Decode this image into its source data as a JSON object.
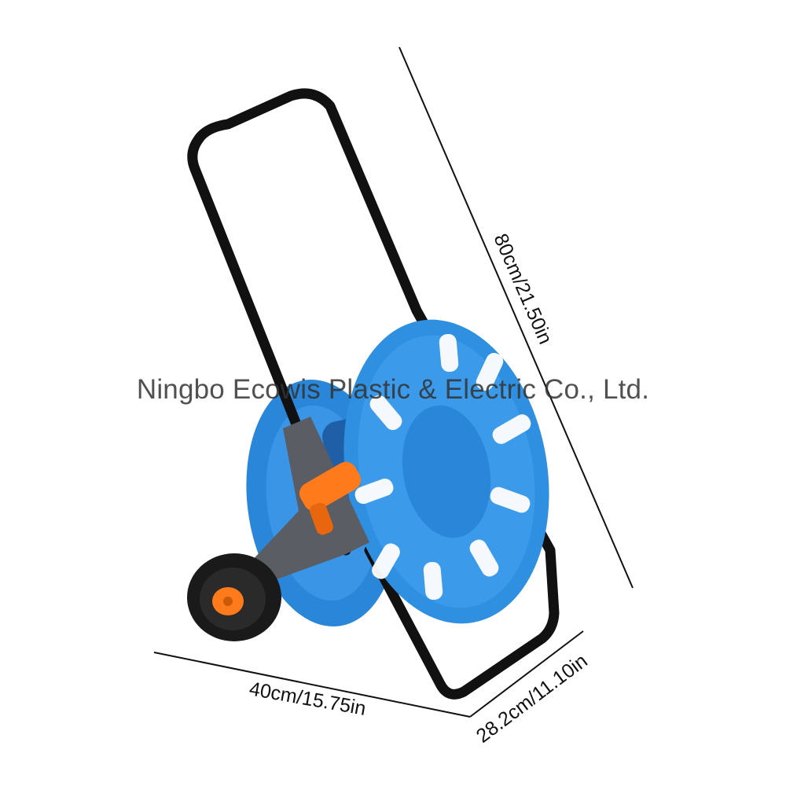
{
  "product": {
    "name": "garden hose reel cart",
    "colors": {
      "reel": "#2f8fe0",
      "reel_dark": "#1f6fbf",
      "frame": "#111111",
      "bracket": "#5a5d63",
      "accent": "#ff7a1a",
      "tire": "#1a1a1a"
    }
  },
  "dimensions": {
    "height": "80cm/21.50in",
    "width": "40cm/15.75in",
    "depth": "28.2cm/11.10in"
  },
  "watermark": {
    "text": "Ningbo Ecowis Plastic & Electric Co., Ltd."
  }
}
